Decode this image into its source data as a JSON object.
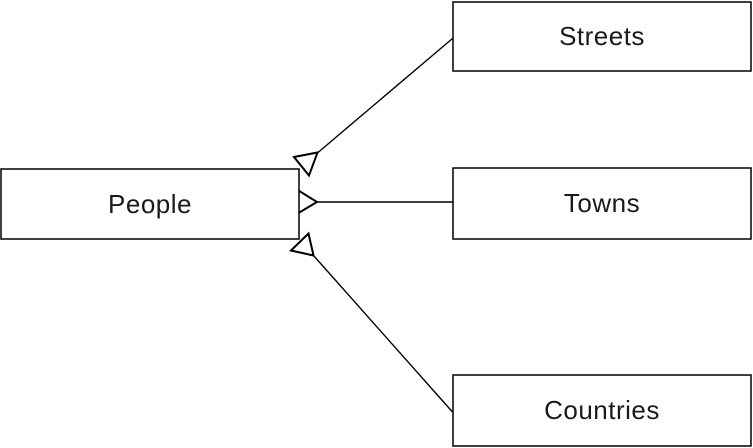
{
  "diagram": {
    "nodes": [
      {
        "id": "people",
        "label": "People"
      },
      {
        "id": "streets",
        "label": "Streets"
      },
      {
        "id": "towns",
        "label": "Towns"
      },
      {
        "id": "countries",
        "label": "Countries"
      }
    ],
    "edges": [
      {
        "from": "people",
        "to": "streets",
        "arrowhead": "hollow-triangle",
        "arrowhead_at": "people-end"
      },
      {
        "from": "people",
        "to": "towns",
        "arrowhead": "hollow-triangle",
        "arrowhead_at": "people-end"
      },
      {
        "from": "people",
        "to": "countries",
        "arrowhead": "hollow-triangle",
        "arrowhead_at": "people-end"
      }
    ],
    "colors": {
      "background": "#ffffff",
      "node_fill": "#ffffff",
      "line": "#000000",
      "text": "#1a1a1a"
    }
  }
}
